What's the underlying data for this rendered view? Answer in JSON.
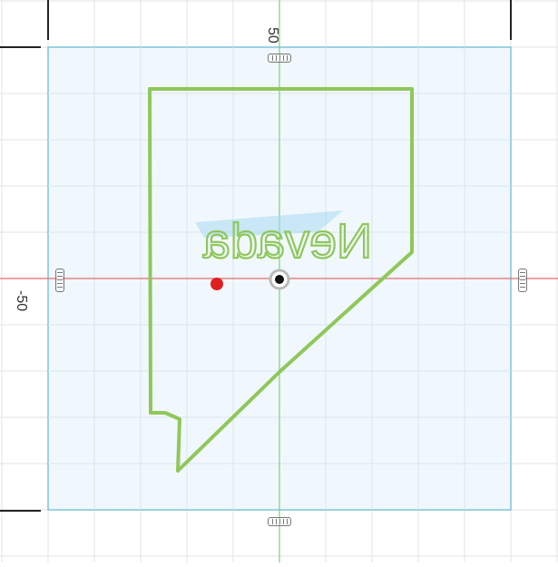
{
  "canvas": {
    "grid_color": "#e3e3e3",
    "sketch_plane_fill": "#eef7fd",
    "sketch_plane_border": "#7cc4d8",
    "x_axis_color": "#e06c6c",
    "y_axis_color": "#7ad37a",
    "outline_color": "#8fc75a",
    "marker_color": "#e02020"
  },
  "axis_labels": {
    "top": "50",
    "left": "-50"
  },
  "sketch_text": {
    "value": "Nevada"
  },
  "icons": {
    "origin": "origin-icon",
    "handle": "resize-handle-icon"
  }
}
